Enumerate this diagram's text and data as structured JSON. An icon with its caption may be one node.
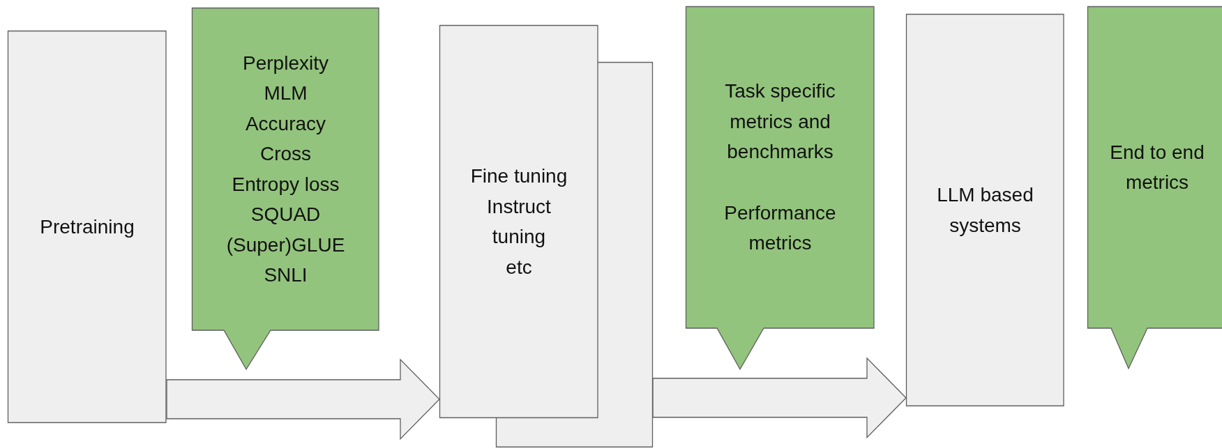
{
  "diagram": {
    "nodes": [
      {
        "text": [
          "Pretraining"
        ]
      },
      {
        "text": [
          "Perplexity",
          "MLM",
          "Accuracy",
          "Cross Entropy loss",
          "SQUAD",
          "(Super)GLUE",
          "SNLI"
        ]
      },
      {
        "text": [
          "Fine tuning",
          "Instruct tuning",
          "etc"
        ]
      },
      {
        "text": [
          "Task specific metrics and benchmarks",
          "Performance metrics"
        ]
      },
      {
        "text": [
          "LLM based systems"
        ]
      },
      {
        "text": [
          "End to end metrics"
        ]
      }
    ],
    "edges": [
      {
        "from": 0,
        "to": 2,
        "arrow": "to",
        "style": "thick"
      },
      {
        "from": 2,
        "to": 4,
        "arrow": "to",
        "style": "thick"
      }
    ]
  }
}
